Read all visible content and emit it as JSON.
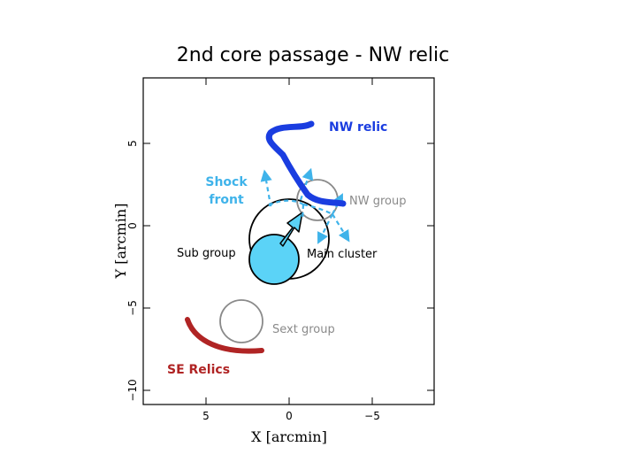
{
  "title": "2nd core passage - NW relic",
  "axes": {
    "xlabel": "X [arcmin]",
    "ylabel": "Y [arcmin]",
    "x_ticks": [
      "5",
      "0",
      "−5"
    ],
    "y_ticks": [
      "5",
      "0",
      "−5",
      "−10"
    ]
  },
  "labels": {
    "nw_relic": "NW relic",
    "shock_front_line1": "Shock",
    "shock_front_line2": "front",
    "nw_group": "NW group",
    "sub_group": "Sub group",
    "main_cluster": "Main cluster",
    "sext_group": "Sext group",
    "se_relics": "SE Relics"
  },
  "colors": {
    "nw_relic": "#1a3de0",
    "shock": "#3fb3ea",
    "subgroup_fill": "#5bd3f7",
    "gray_group": "#8a8a8a",
    "se_relics": "#b02424"
  }
}
